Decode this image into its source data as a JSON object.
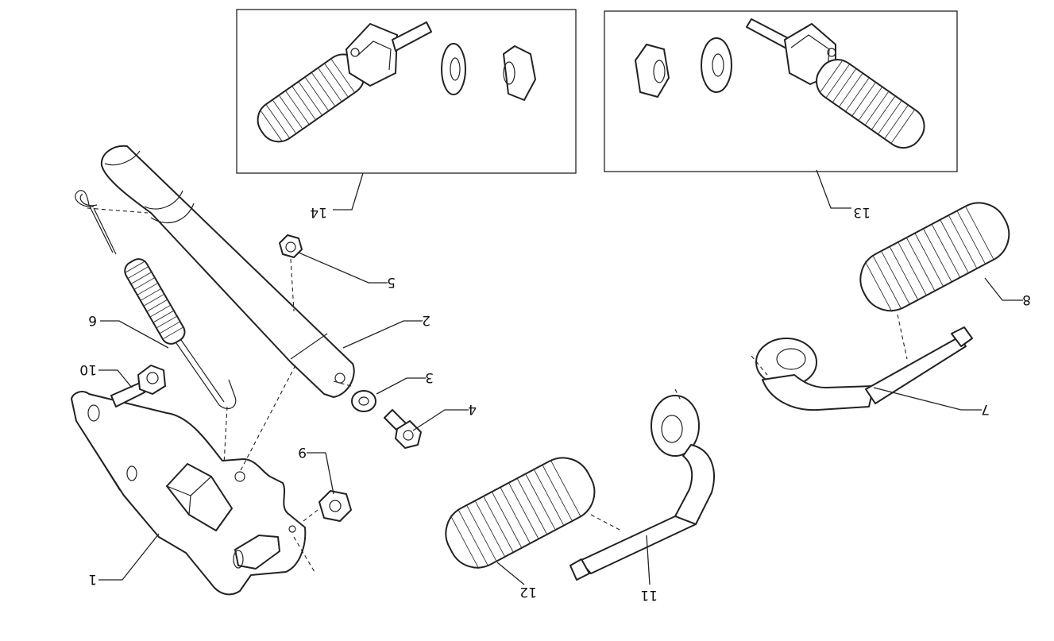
{
  "callouts": {
    "c1": "1",
    "c2": "2",
    "c3": "3",
    "c4": "4",
    "c5": "5",
    "c6": "6",
    "c7": "7",
    "c8": "8",
    "c9": "9",
    "c10": "10",
    "c11": "11",
    "c12": "12",
    "c13": "13",
    "c14": "14"
  },
  "style": {
    "line_color": "#222222",
    "background": "#ffffff"
  }
}
